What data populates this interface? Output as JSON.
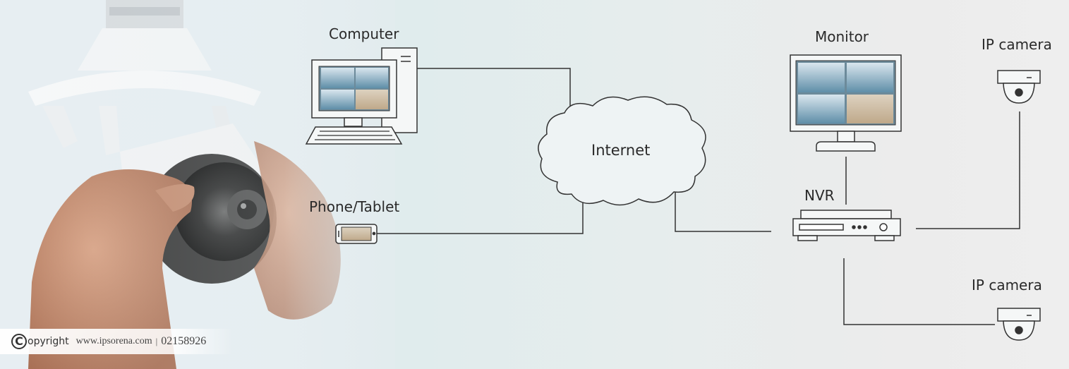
{
  "labels": {
    "computer": "Computer",
    "monitor": "Monitor",
    "ip_camera_top": "IP camera",
    "internet": "Internet",
    "nvr": "NVR",
    "phone_tablet": "Phone/Tablet",
    "ip_camera_bottom": "IP camera"
  },
  "copyright": {
    "symbol": "C",
    "word": "opyright",
    "website": "www.ipsorena.com",
    "separator": "|",
    "phone": "02158926"
  },
  "icons": {
    "computer": "desktop-computer-icon",
    "monitor": "monitor-icon",
    "camera": "dome-camera-icon",
    "cloud": "cloud-icon",
    "nvr": "nvr-recorder-icon",
    "phone": "phone-tablet-icon"
  },
  "colors": {
    "line": "#333333",
    "screen_floor": "#5f8ea8",
    "screen_warm": "#bfa98a"
  }
}
